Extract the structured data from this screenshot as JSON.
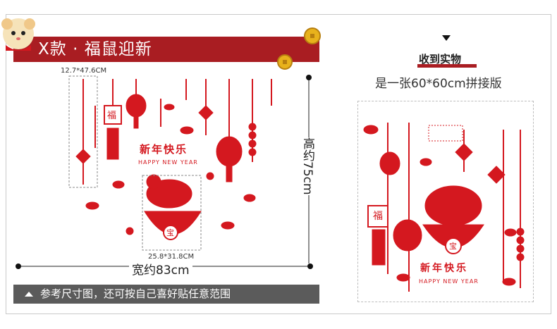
{
  "banner": {
    "title": "X款 · 福鼠迎新"
  },
  "dimensions": {
    "strip_size": "12.7*47.6CM",
    "mouse_size": "25.8*31.8CM",
    "width_label": "宽约83cm",
    "height_label": "高约75cm"
  },
  "decal": {
    "greeting": "新年快乐",
    "greeting_en": "HAPPY NEW YEAR",
    "fu": "福",
    "bao": "宝"
  },
  "footer": {
    "note": "参考尺寸图，还可按自己喜好贴任意范围"
  },
  "received": {
    "title": "收到实物",
    "subtitle": "是一张60*60cm拼接版"
  },
  "colors": {
    "accent": "#a91d22",
    "decal_red": "#d4181f",
    "gold": "#e8b21c",
    "bar": "#5b5b5b"
  }
}
